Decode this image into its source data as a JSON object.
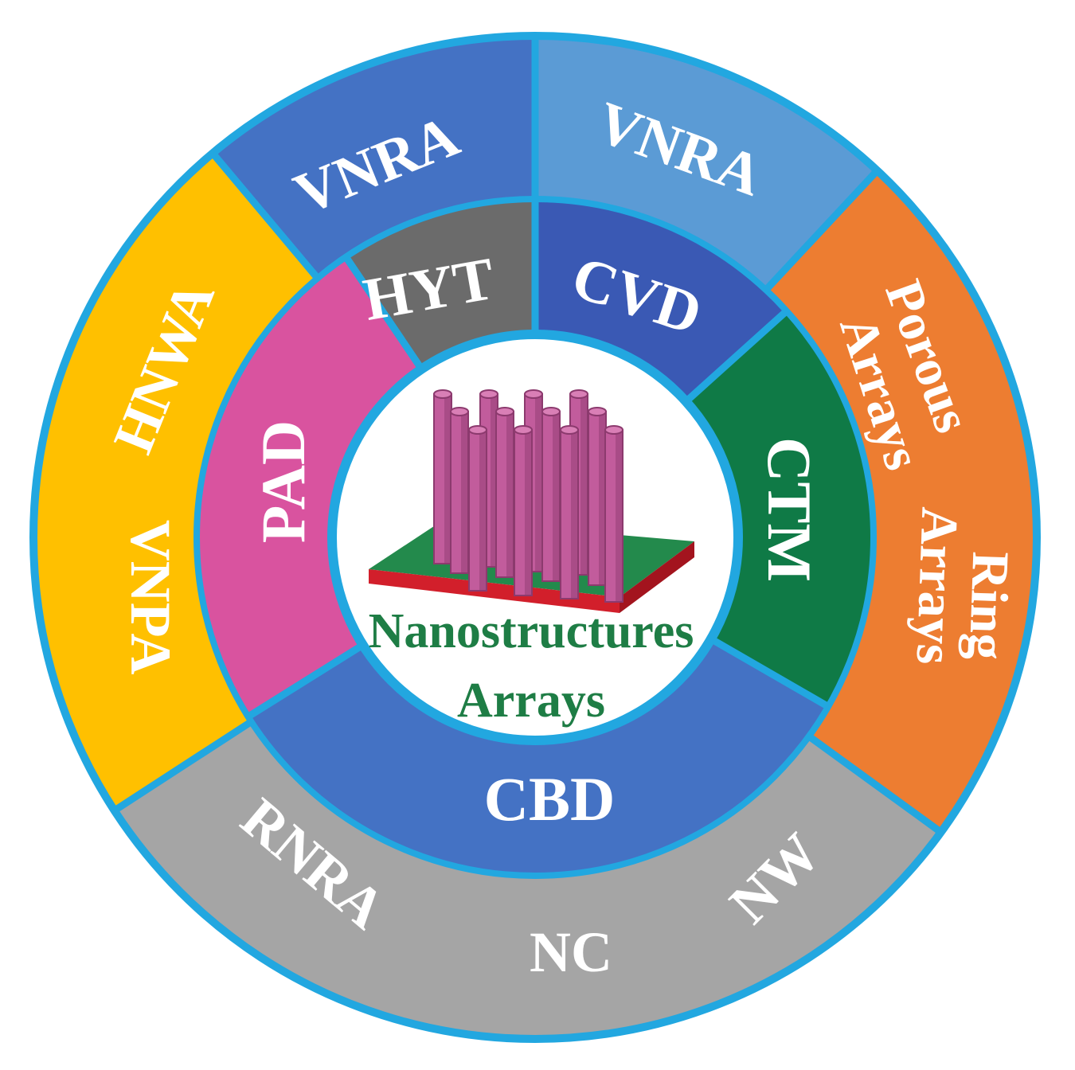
{
  "center": {
    "title_line1": "Nanostructures",
    "title_line2": "Arrays"
  },
  "inner_ring": [
    {
      "id": "hyt",
      "label": "HYT",
      "color": "#6b6b6b"
    },
    {
      "id": "cvd",
      "label": "CVD",
      "color": "#3a59b4"
    },
    {
      "id": "ctm",
      "label": "CTM",
      "color": "#0f7a46"
    },
    {
      "id": "cbd",
      "label": "CBD",
      "color": "#4472c4"
    },
    {
      "id": "pad",
      "label": "PAD",
      "color": "#d9539f"
    }
  ],
  "outer_ring": [
    {
      "id": "vnra-left",
      "labels": [
        "VNRA"
      ],
      "color": "#4472c4"
    },
    {
      "id": "vnra-right",
      "labels": [
        "VNRA"
      ],
      "color": "#5b9bd5"
    },
    {
      "id": "orange",
      "labels": [
        "Porous",
        "Arrays",
        "Ring",
        "Arrays"
      ],
      "color": "#ed7d31"
    },
    {
      "id": "gray",
      "labels": [
        "RNRA",
        "NC",
        "NW"
      ],
      "color": "#a5a5a5"
    },
    {
      "id": "yellow",
      "labels": [
        "HNWA",
        "VNPA"
      ],
      "color": "#ffc000"
    }
  ],
  "colors": {
    "border": "#22a7e0",
    "rod": "#c25c9c",
    "rod_dark": "#8c3a6e",
    "substrate_top": "#238a4c",
    "substrate_side": "#d21f2b"
  }
}
